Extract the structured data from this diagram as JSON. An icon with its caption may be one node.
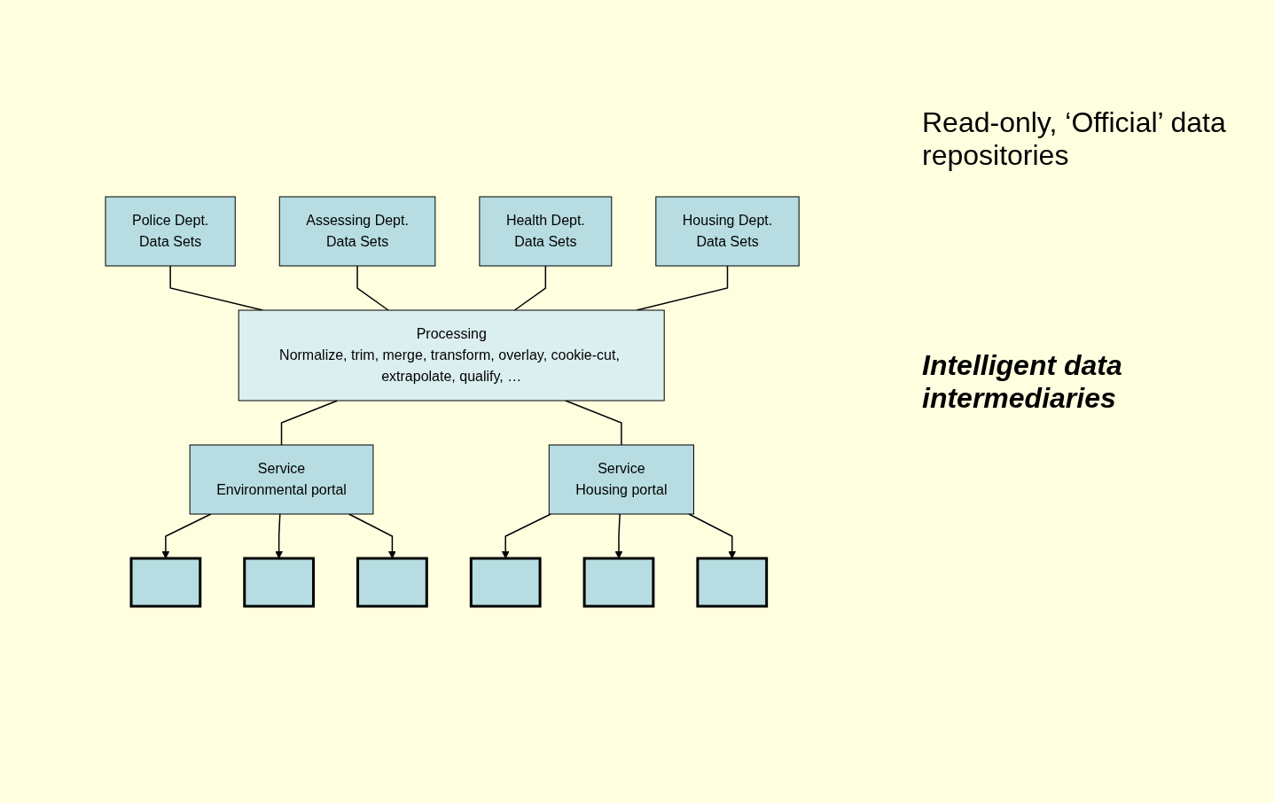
{
  "diagram": {
    "nodes": [
      {
        "text": [
          "Police Dept.",
          "Data Sets"
        ]
      },
      {
        "text": [
          "Assessing Dept.",
          "Data Sets"
        ]
      },
      {
        "text": [
          "Health Dept.",
          "Data Sets"
        ]
      },
      {
        "text": [
          "Housing Dept.",
          "Data Sets"
        ]
      },
      {
        "text": [
          "Processing",
          "Normalize, trim, merge, transform, overlay, cookie-cut, extrapolate, qualify, …"
        ]
      },
      {
        "text": [
          "Service",
          "Environmental portal"
        ]
      },
      {
        "text": [],
        "shape": "box"
      },
      {
        "text": [],
        "shape": "box"
      },
      {
        "text": [],
        "shape": "box"
      },
      {
        "text": [
          "Service",
          "Housing portal"
        ]
      },
      {
        "text": [],
        "shape": "box"
      },
      {
        "text": [],
        "shape": "box"
      },
      {
        "text": [],
        "shape": "box"
      }
    ],
    "edges": [
      {
        "from": 0,
        "to": 4,
        "arrow": "none"
      },
      {
        "from": 1,
        "to": 4,
        "arrow": "none"
      },
      {
        "from": 2,
        "to": 4,
        "arrow": "none"
      },
      {
        "from": 3,
        "to": 4,
        "arrow": "none"
      },
      {
        "from": 4,
        "to": 5,
        "arrow": "none"
      },
      {
        "from": 4,
        "to": 9,
        "arrow": "none"
      },
      {
        "from": 5,
        "to": 6,
        "arrow": "to"
      },
      {
        "from": 5,
        "to": 7,
        "arrow": "to"
      },
      {
        "from": 5,
        "to": 8,
        "arrow": "to"
      },
      {
        "from": 9,
        "to": 10,
        "arrow": "to"
      },
      {
        "from": 9,
        "to": 11,
        "arrow": "to"
      },
      {
        "from": 9,
        "to": 12,
        "arrow": "to"
      }
    ],
    "labels": [
      "Read-only, ‘Official’ data repositories",
      "Intelligent data intermediaries"
    ]
  }
}
